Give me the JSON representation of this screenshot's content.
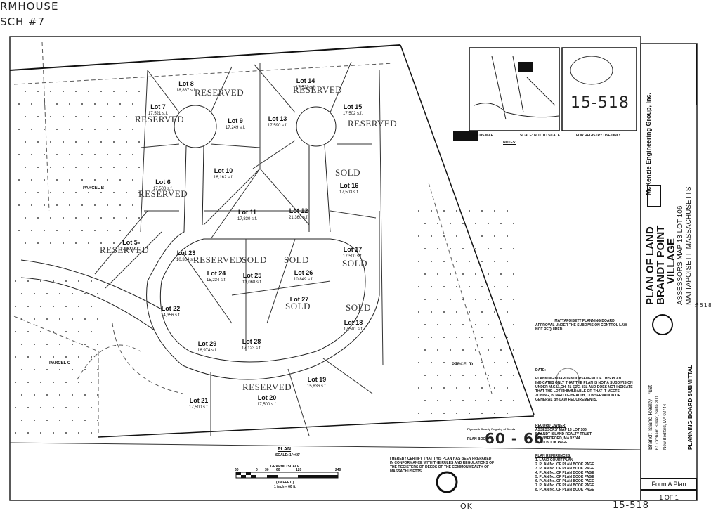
{
  "handwritten": {
    "top_line1": "RMHOUSE",
    "top_line2": "SCH #7",
    "registry_number": "15-518",
    "bottom_number": "15-518",
    "margin_note": "#518",
    "bottom_initials": "OK",
    "plan_book": "60 - 66"
  },
  "lots": [
    {
      "label": "Lot 5",
      "area": "17,500 s.f.",
      "status": "RESERVED"
    },
    {
      "label": "Lot 6",
      "area": "17,500 s.f.",
      "status": "RESERVED"
    },
    {
      "label": "Lot 7",
      "area": "17,521 s.f.",
      "status": "RESERVED"
    },
    {
      "label": "Lot 8",
      "area": "18,887 s.f.",
      "status": "RESERVED"
    },
    {
      "label": "Lot 9",
      "area": "17,249 s.f.",
      "status": ""
    },
    {
      "label": "Lot 10",
      "area": "16,162 s.f.",
      "status": ""
    },
    {
      "label": "Lot 11",
      "area": "17,830 s.f.",
      "status": ""
    },
    {
      "label": "Lot 12",
      "area": "21,360 s.f.",
      "status": ""
    },
    {
      "label": "Lot 13",
      "area": "17,590 s.f.",
      "status": ""
    },
    {
      "label": "Lot 14",
      "area": "17,522 s.f.",
      "status": "RESERVED"
    },
    {
      "label": "Lot 15",
      "area": "17,502 s.f.",
      "status": "RESERVED"
    },
    {
      "label": "Lot 16",
      "area": "17,503 s.f.",
      "status": "SOLD"
    },
    {
      "label": "Lot 17",
      "area": "17,500 s.f.",
      "status": "SOLD"
    },
    {
      "label": "Lot 18",
      "area": "17,501 s.f.",
      "status": "SOLD"
    },
    {
      "label": "Lot 19",
      "area": "15,836 s.f.",
      "status": ""
    },
    {
      "label": "Lot 20",
      "area": "17,500 s.f.",
      "status": "RESERVED"
    },
    {
      "label": "Lot 21",
      "area": "17,500 s.f.",
      "status": ""
    },
    {
      "label": "Lot 22",
      "area": "14,356 s.f.",
      "status": ""
    },
    {
      "label": "Lot 23",
      "area": "10,364 s.f.",
      "status": ""
    },
    {
      "label": "Lot 24",
      "area": "15,234 s.f.",
      "status": "RESERVED"
    },
    {
      "label": "Lot 25",
      "area": "13,068 s.f.",
      "status": "SOLD"
    },
    {
      "label": "Lot 26",
      "area": "10,849 s.f.",
      "status": "SOLD"
    },
    {
      "label": "Lot 27",
      "area": "",
      "status": "SOLD"
    },
    {
      "label": "Lot 28",
      "area": "17,123 s.f.",
      "status": ""
    },
    {
      "label": "Lot 29",
      "area": "16,974 s.f.",
      "status": ""
    }
  ],
  "parcels": [
    "PARCEL B",
    "PARCEL C",
    "PARCEL D"
  ],
  "locus": {
    "title": "LOCUS MAP",
    "scale": "SCALE: NOT TO SCALE",
    "registry_use": "FOR REGISTRY USE ONLY"
  },
  "notes_title": "NOTES:",
  "planning_board": {
    "title": "MATTAPOISETT PLANNING BOARD",
    "subtitle": "APPROVAL UNDER THE SUBDIVISION CONTROL LAW NOT REQUIRED",
    "date_label": "DATE:",
    "endorsement": "PLANNING BOARD ENDORSEMENT OF THIS PLAN INDICATES ONLY THAT THE PLAN IS NOT A SUBDIVISION UNDER M.G.L. CH. 41 SEC. 81L AND DOES NOT INDICATE THAT THE LOT IS BUILDABLE OR THAT IT MEETS ZONING, BOARD OF HEALTH, CONSERVATION OR GENERAL BY-LAW REQUIREMENTS."
  },
  "record_owner": {
    "title": "RECORD OWNER:",
    "lines": [
      "ASSESSORS' MAP 13 LOT 106",
      "BRANDT ISLAND REALTY TRUST",
      "NEW BEDFORD, MA 02744",
      "DEED BOOK PAGE"
    ]
  },
  "plan_references": {
    "title": "PLAN REFERENCES:",
    "lines": [
      "1. LAND COURT PLAN",
      "2. PLAN No. OF PLAN BOOK PAGE",
      "3. PLAN No. OF PLAN BOOK PAGE",
      "4. PLAN No. OF PLAN BOOK PAGE",
      "5. PLAN No. OF PLAN BOOK PAGE",
      "6. PLAN No. OF PLAN BOOK PAGE",
      "7. PLAN No. OF PLAN BOOK PAGE",
      "8. PLAN No. OF PLAN BOOK PAGE"
    ]
  },
  "plan_label": "PLAN",
  "plan_scale": "SCALE: 1\"=60'",
  "graphic_scale": "GRAPHIC SCALE",
  "scale_ticks": [
    "60",
    "0",
    "30",
    "60",
    "120",
    "240"
  ],
  "scale_units": "( IN FEET )",
  "scale_ratio": "1 inch = 60 ft.",
  "certification": "I HEREBY CERTIFY THAT THIS PLAN HAS BEEN PREPARED IN CONFORMANCE WITH THE RULES AND REGULATIONS OF THE REGISTERS OF DEEDS OF THE COMMONWEALTH OF MASSACHUSETTS.",
  "registry_label": "Plymouth County Registry of Deeds",
  "plan_book_label": "PLAN BOOK",
  "title_block": {
    "firm": "McKenzie Engineering Group, Inc.",
    "title1": "PLAN OF LAND",
    "title2": "BRANDT POINT",
    "title3": "VILLAGE",
    "subtitle1": "ASSESSORS MAP 13 LOT 106",
    "subtitle2": "MATTAPOISETT, MASSACHUSETTS",
    "owner_name": "Brandt Island Realty Trust",
    "owner_address1": "61 Orchard Street, Suite 200",
    "owner_address2": "New Bedford, MA 02744",
    "submittal": "PLANNING BOARD SUBMITTAL",
    "plan_type": "Form A Plan",
    "sheet": "1 OF 1"
  }
}
